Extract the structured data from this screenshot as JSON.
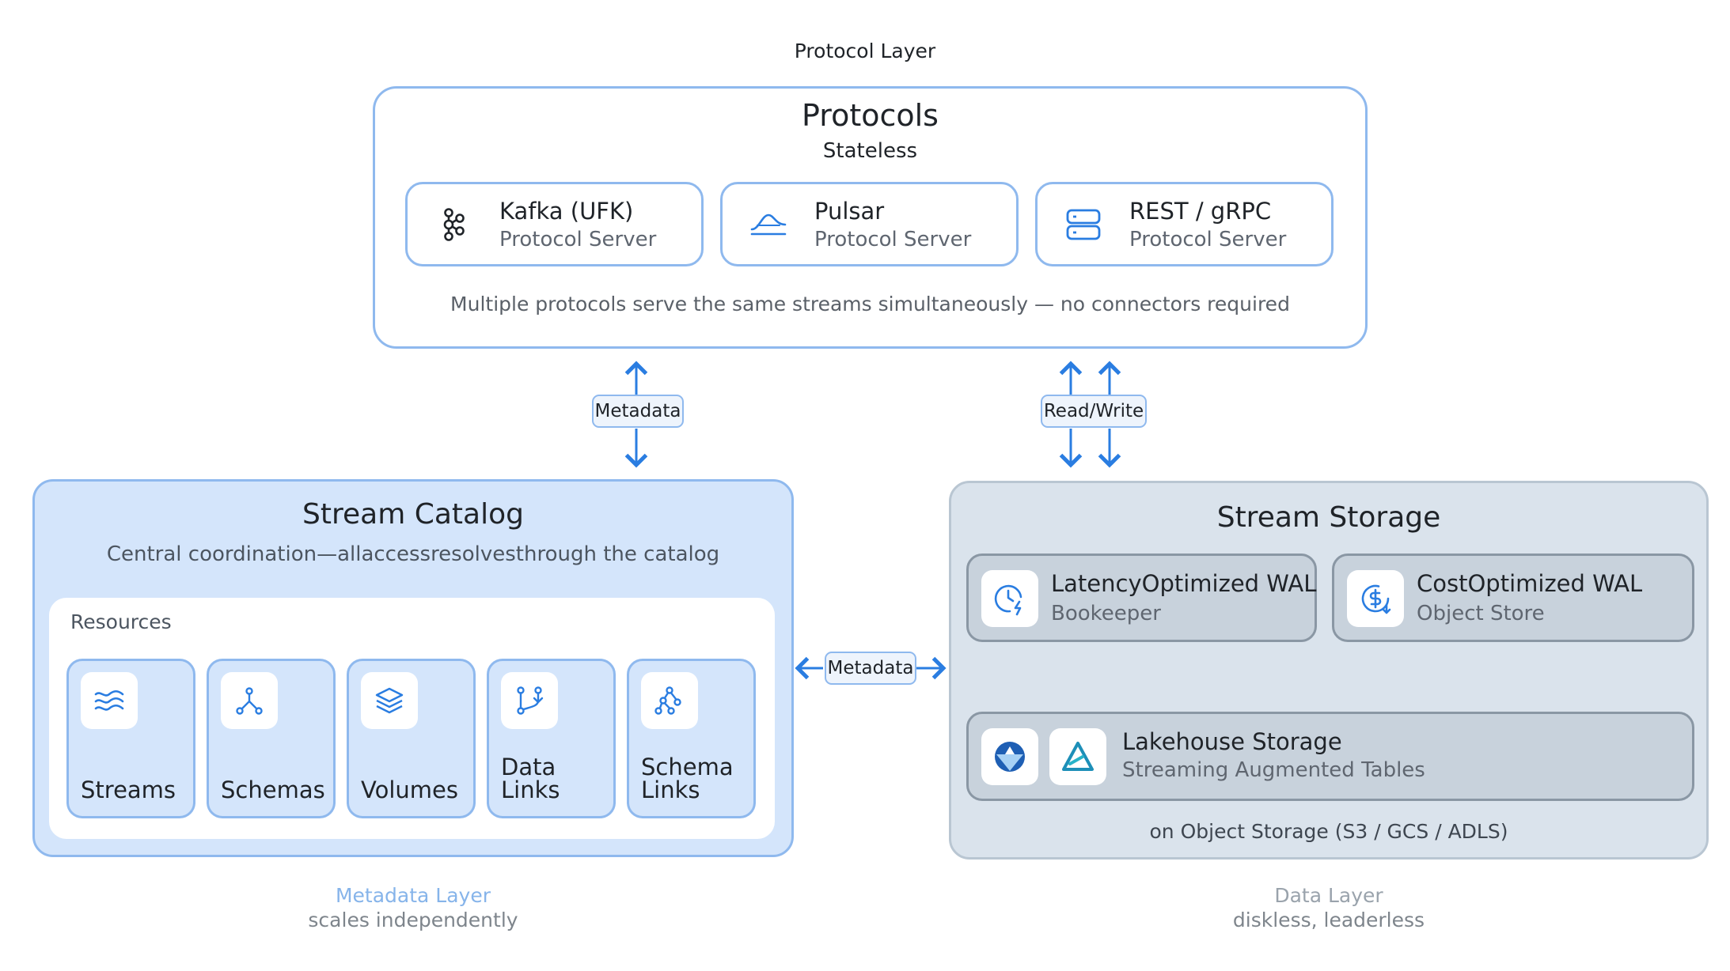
{
  "protocol_layer_label": "Protocol Layer",
  "protocols": {
    "title": "Protocols",
    "subtitle": "Stateless",
    "cards": [
      {
        "name": "Kafka (UFK)",
        "sub": "Protocol Server",
        "icon": "kafka-icon"
      },
      {
        "name": "Pulsar",
        "sub": "Protocol Server",
        "icon": "pulsar-icon"
      },
      {
        "name": "REST / gRPC",
        "sub": "Protocol Server",
        "icon": "server-icon"
      }
    ],
    "note": "Multiple protocols serve the same streams simultaneously — no connectors required"
  },
  "connectors": {
    "catalog_metadata": "Metadata",
    "read_write": "Read/Write",
    "storage_metadata": "Metadata"
  },
  "catalog": {
    "title": "Stream Catalog",
    "subtitle": "Central coordination—allaccessresolvesthrough the catalog",
    "resources_label": "Resources",
    "resources": [
      {
        "label": "Streams",
        "icon": "waves-icon"
      },
      {
        "label": "Schemas",
        "icon": "schema-tree-icon"
      },
      {
        "label": "Volumes",
        "icon": "layers-icon"
      },
      {
        "label": "Data\nLinks",
        "icon": "git-branch-icon"
      },
      {
        "label": "Schema\nLinks",
        "icon": "schema-links-icon"
      }
    ]
  },
  "storage": {
    "title": "Stream Storage",
    "wal_latency": {
      "name": "LatencyOptimized WAL",
      "sub": "Bookeeper",
      "icon": "clock-bolt-icon"
    },
    "wal_cost": {
      "name": "CostOptimized WAL",
      "sub": "Object Store",
      "icon": "dollar-refresh-icon"
    },
    "lakehouse": {
      "name": "Lakehouse Storage",
      "sub": "Streaming Augmented Tables",
      "icons": [
        "iceberg-icon",
        "delta-icon"
      ]
    },
    "note": "on Object Storage (S3 / GCS / ADLS)"
  },
  "footers": {
    "metadata_layer": "Metadata Layer",
    "metadata_desc": "scales independently",
    "data_layer": "Data Layer",
    "data_desc": "diskless, leaderless"
  },
  "colors": {
    "accent_blue": "#2a7de1",
    "border_blue": "#8fb9ee",
    "catalog_fill": "#d4e5fb",
    "storage_fill": "#dae3ec",
    "metadata_footer": "#86b4ea",
    "data_footer": "#9aa3ac"
  }
}
